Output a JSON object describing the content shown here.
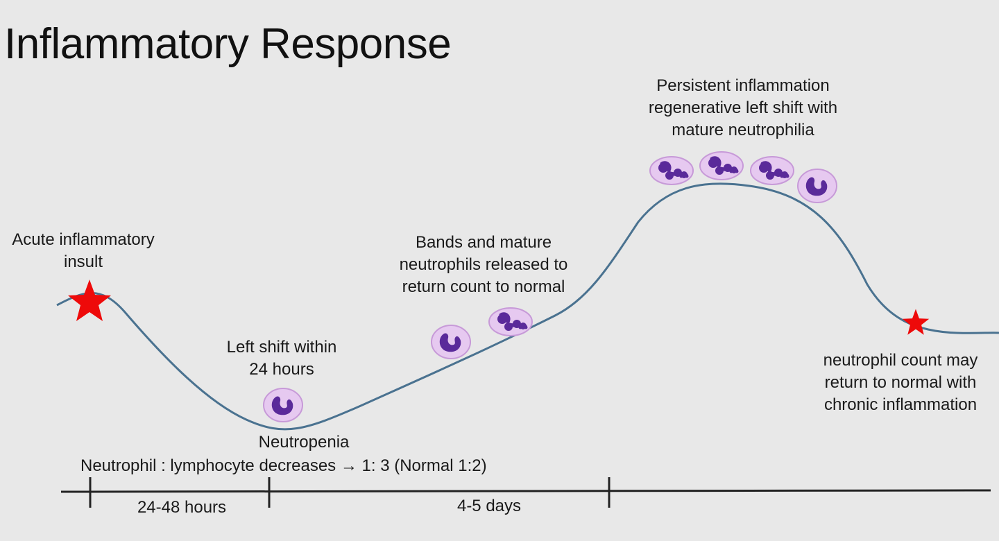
{
  "title": "Inflammatory Response",
  "labels": {
    "acute_insult": [
      "Acute inflammatory",
      "insult"
    ],
    "left_shift": [
      "Left shift within",
      "24 hours"
    ],
    "neutropenia": "Neutropenia",
    "ratio": "Neutrophil : lymphocyte decreases → 1: 3 (Normal 1:2)",
    "bands_released": [
      "Bands and mature",
      "neutrophils released to",
      "return count to normal"
    ],
    "persistent": [
      "Persistent inflammation",
      "regenerative left shift with",
      "mature neutrophilia"
    ],
    "chronic": [
      "neutrophil count may",
      "return to normal with",
      "chronic inflammation"
    ]
  },
  "timeline": {
    "segment_1": "24-48 hours",
    "segment_2": "4-5 days"
  },
  "colors": {
    "background": "#e8e8e8",
    "curve": "#4a7290",
    "star": "#ee0a0a",
    "cell_membrane": "#e6c9f0",
    "cell_nucleus": "#5a2a9a",
    "axis": "#222222"
  },
  "icons": {
    "star": "star-icon",
    "neutrophil_band": "band-neutrophil-icon",
    "neutrophil_segmented": "segmented-neutrophil-icon"
  }
}
